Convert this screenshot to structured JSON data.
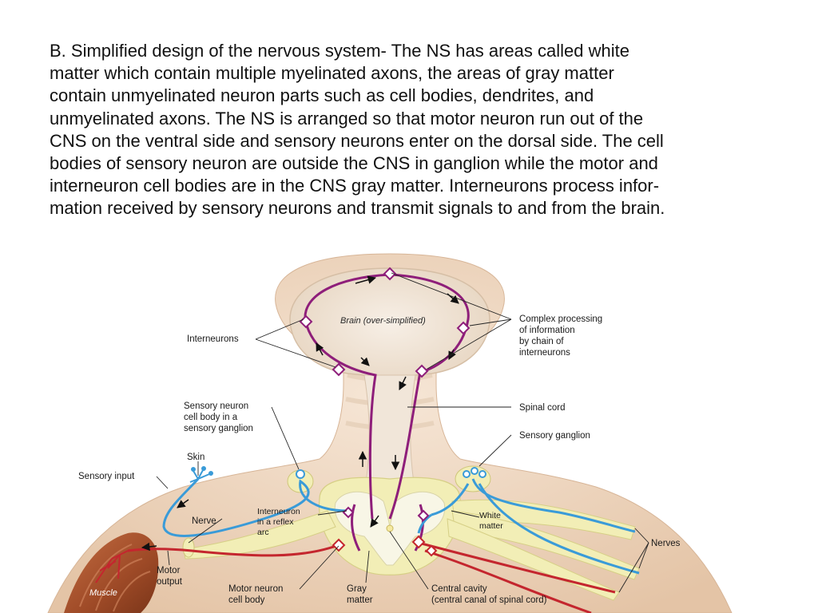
{
  "description_lines": [
    "B. Simplified design of the nervous system- The NS has areas called white",
    "matter which contain multiple myelinated axons, the areas of gray matter",
    "contain unmyelinated neuron parts such as cell bodies, dendrites, and",
    "unmyelinated axons.  The NS is arranged so that motor neuron run out of the",
    "CNS on the ventral side and sensory neurons enter on the dorsal side. The cell",
    "bodies of sensory neuron are outside the CNS in ganglion while the motor and",
    "interneuron cell bodies are in the CNS gray matter. Interneurons process infor-",
    "mation received by sensory neurons and transmit signals to and from the brain."
  ],
  "labels": {
    "brain": "Brain (over-simplified)",
    "interneurons": "Interneurons",
    "complex_processing": [
      "Complex processing",
      "of information",
      "by chain of",
      "interneurons"
    ],
    "sensory_cell_body": [
      "Sensory neuron",
      "cell body in a",
      "sensory ganglion"
    ],
    "spinal_cord": "Spinal cord",
    "sensory_ganglion": "Sensory ganglion",
    "skin": "Skin",
    "sensory_input": "Sensory input",
    "interneuron_reflex": [
      "Interneuron",
      "in a reflex",
      "arc"
    ],
    "white_matter": [
      "White",
      "matter"
    ],
    "nerve": "Nerve",
    "nerves": "Nerves",
    "muscle": "Muscle",
    "motor_output": [
      "Motor",
      "output"
    ],
    "motor_cell_body": [
      "Motor neuron",
      "cell body"
    ],
    "gray_matter": [
      "Gray",
      "matter"
    ],
    "central_cavity": [
      "Central cavity",
      "(central canal of spinal cord)"
    ]
  },
  "colors": {
    "sensory_neuron": "#3a9bd8",
    "motor_neuron": "#c4262e",
    "interneuron": "#8e1e7a",
    "body": "#efd9c6",
    "brain_tissue": "#f2e8dc",
    "white_matter": "#f3efb4",
    "gray_matter": "#f7f5e4",
    "muscle": "#a9542e"
  }
}
